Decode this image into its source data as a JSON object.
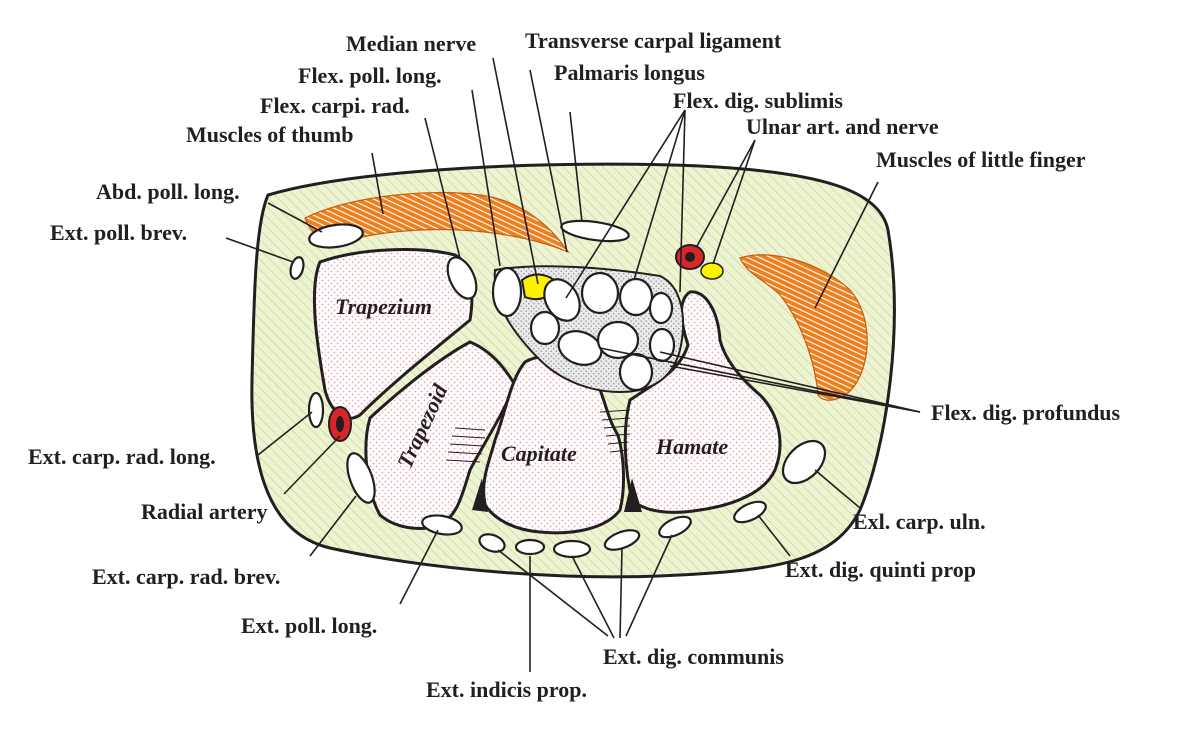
{
  "colors": {
    "tissue": "#eef3d2",
    "hatch": "#b9cc88",
    "bone": "#ffffff",
    "bone_dots": "#e9a3a8",
    "muscle": "#ee7f1f",
    "artery": "#d8262b",
    "nerve": "#fff200",
    "outline": "#231f20"
  },
  "bones": {
    "trapezium": "Trapezium",
    "trapezoid": "Trapezoid",
    "capitate": "Capitate",
    "hamate": "Hamate"
  },
  "labels": {
    "median_nerve": "Median nerve",
    "transverse_carpal_ligament": "Transverse carpal ligament",
    "flex_poll_long": "Flex. poll. long.",
    "palmaris_longus": "Palmaris longus",
    "flex_carpi_rad": "Flex. carpi. rad.",
    "flex_dig_sublimis": "Flex. dig. sublimis",
    "muscles_of_thumb": "Muscles of thumb",
    "ulnar_art_and_nerve": "Ulnar art. and nerve",
    "muscles_of_little_finger": "Muscles of little finger",
    "abd_poll_long": "Abd. poll. long.",
    "ext_poll_brev": "Ext. poll. brev.",
    "flex_dig_profundus": "Flex. dig. profundus",
    "ext_carp_rad_long": "Ext. carp. rad. long.",
    "radial_artery": "Radial artery",
    "exl_carp_uln": "Exl. carp. uln.",
    "ext_carp_rad_brev": "Ext. carp. rad. brev.",
    "ext_dig_quinti_prop": "Ext. dig. quinti prop",
    "ext_poll_long": "Ext. poll. long.",
    "ext_dig_communis": "Ext. dig. communis",
    "ext_indicis_prop": "Ext. indicis prop."
  }
}
